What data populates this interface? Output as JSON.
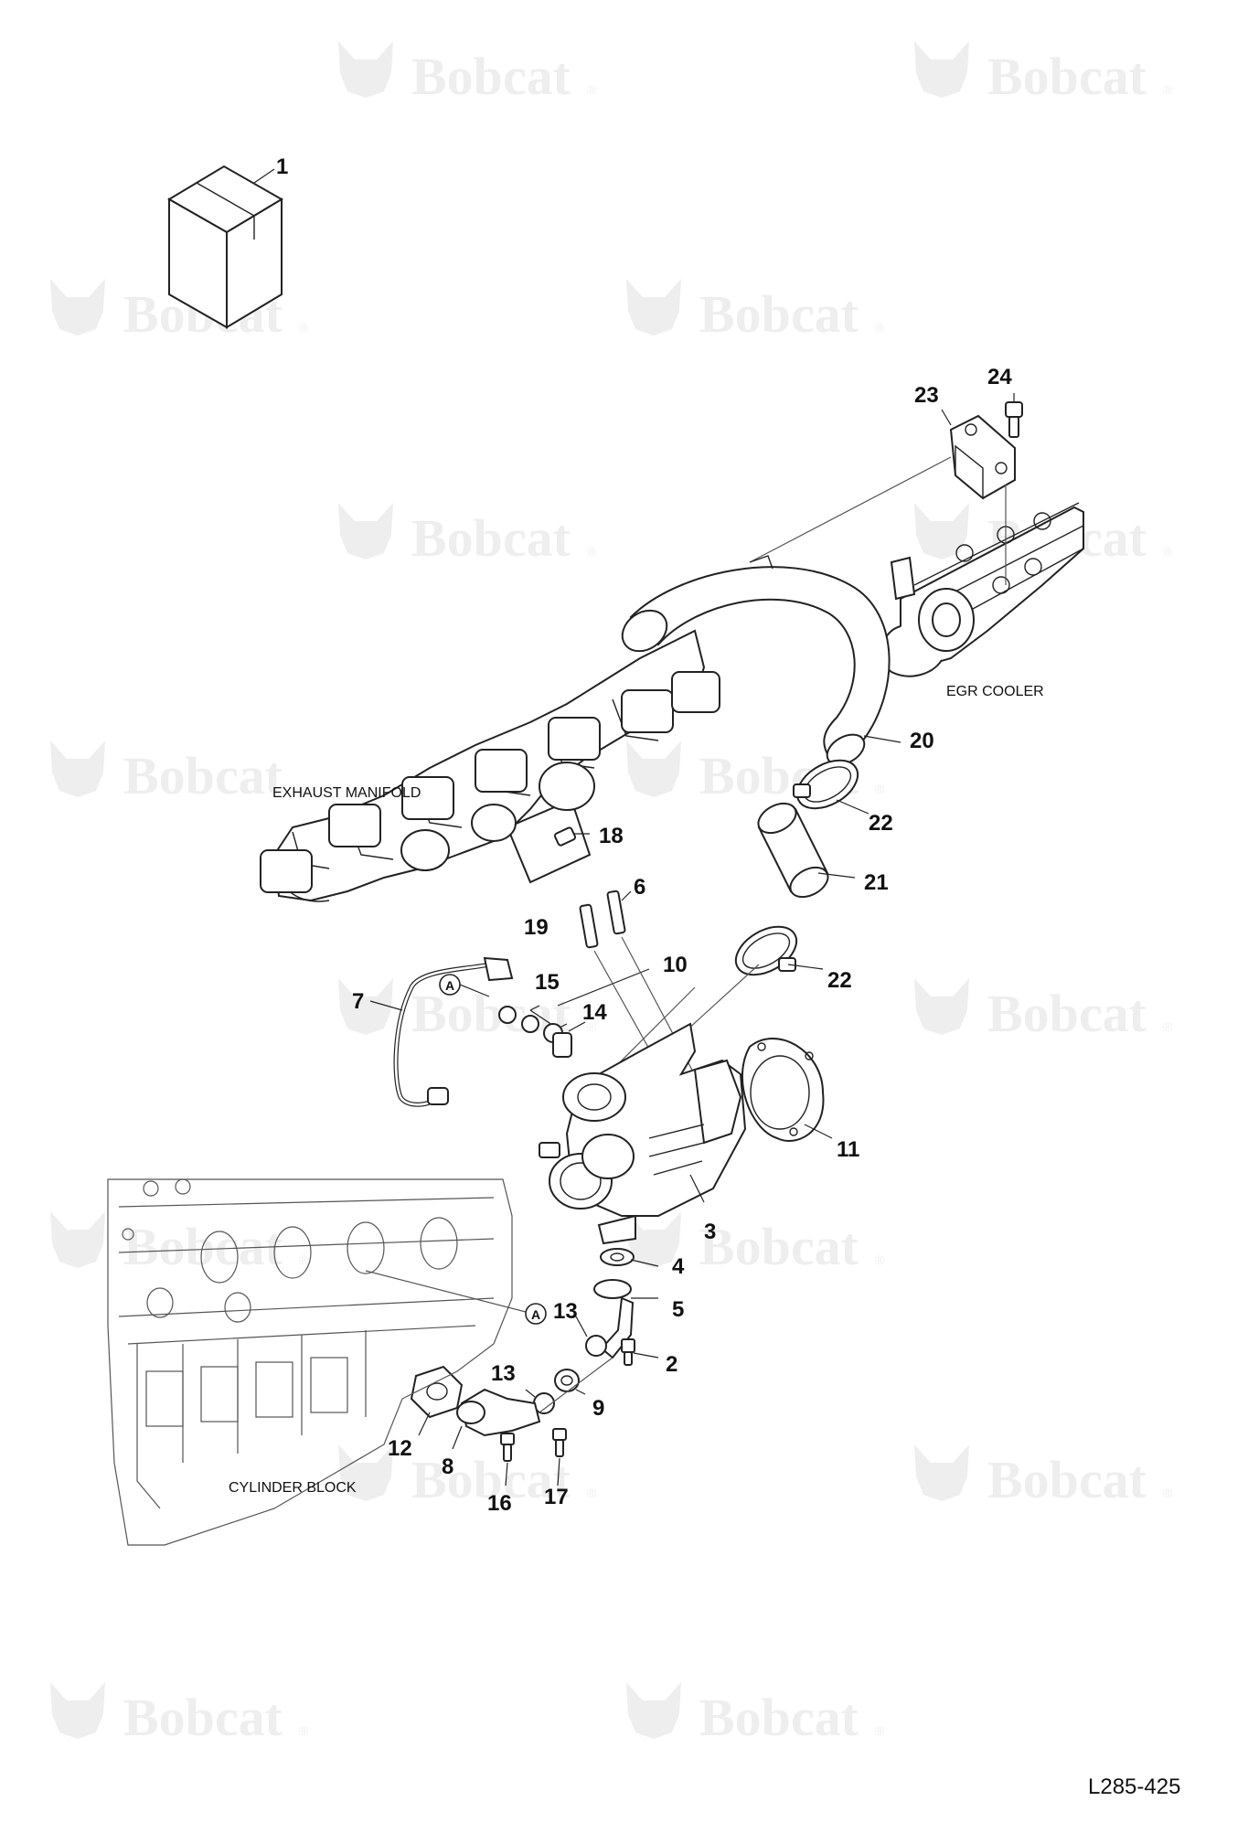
{
  "diagram": {
    "watermark_text": "Bobcat",
    "watermark_mark": "®",
    "document_id": "L285-425",
    "labels": {
      "exhaust_manifold": "EXHAUST MANIFOLD",
      "egr_cooler": "EGR COOLER",
      "cylinder_block": "CYLINDER BLOCK"
    },
    "reference_marker": "A",
    "callouts": {
      "c1": "1",
      "c2": "2",
      "c3": "3",
      "c4": "4",
      "c5": "5",
      "c6": "6",
      "c7": "7",
      "c8": "8",
      "c9": "9",
      "c10": "10",
      "c11": "11",
      "c12": "12",
      "c13a": "13",
      "c13b": "13",
      "c14": "14",
      "c15": "15",
      "c16": "16",
      "c17": "17",
      "c18": "18",
      "c19": "19",
      "c20": "20",
      "c21": "21",
      "c22a": "22",
      "c22b": "22",
      "c23": "23",
      "c24": "24"
    }
  }
}
